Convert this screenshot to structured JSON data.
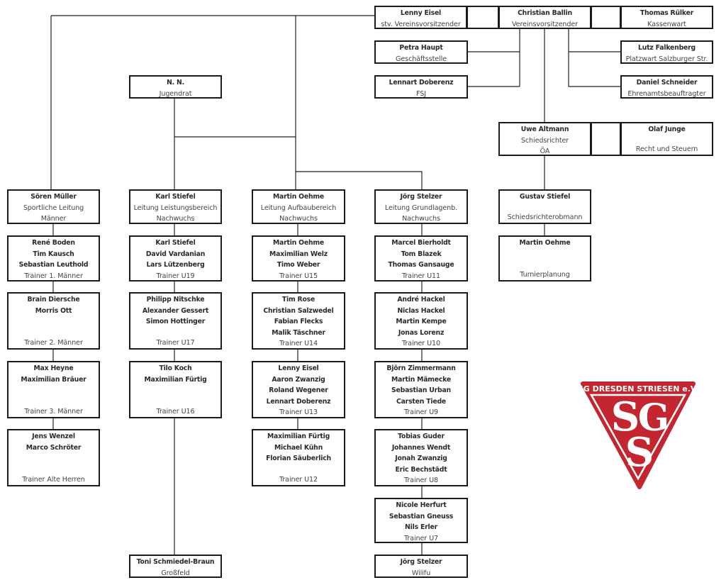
{
  "boxes": {
    "lenny_top": {
      "names": [
        "Lenny Eisel"
      ],
      "roles": [
        "stv. Vereinsvorsitzender"
      ]
    },
    "christian": {
      "names": [
        "Christian Ballin"
      ],
      "roles": [
        "Vereinsvorsitzender"
      ]
    },
    "thomas": {
      "names": [
        "Thomas Rülker"
      ],
      "roles": [
        "Kassenwart"
      ]
    },
    "petra": {
      "names": [
        "Petra Haupt"
      ],
      "roles": [
        "Geschäftsstelle"
      ]
    },
    "lennart_fsj": {
      "names": [
        "Lennart Doberenz"
      ],
      "roles": [
        "FSJ"
      ]
    },
    "lutz": {
      "names": [
        "Lutz Falkenberg"
      ],
      "roles": [
        "Platzwart Salzburger Str."
      ]
    },
    "daniel": {
      "names": [
        "Daniel Schneider"
      ],
      "roles": [
        "Ehrenamtsbeauftragter"
      ]
    },
    "uwe": {
      "names": [
        "Uwe Altmann"
      ],
      "roles": [
        "Schiedsrichter",
        "ÖA"
      ]
    },
    "olaf": {
      "names": [
        "Olaf Junge"
      ],
      "roles": [
        "Recht und Steuern"
      ]
    },
    "nn": {
      "names": [
        "N. N."
      ],
      "roles": [
        "Jugendrat"
      ]
    },
    "soeren": {
      "names": [
        "Sören Müller"
      ],
      "roles": [
        "Sportliche Leitung",
        "Männer"
      ]
    },
    "maenner1": {
      "names": [
        "René Boden",
        "Tim Kausch",
        "Sebastian Leuthold"
      ],
      "roles": [
        "Trainer 1. Männer"
      ]
    },
    "maenner2": {
      "names": [
        "Brain Diersche",
        "Morris Ott"
      ],
      "roles": [
        "Trainer 2. Männer"
      ]
    },
    "maenner3": {
      "names": [
        "Max Heyne",
        "Maximilian Bräuer"
      ],
      "roles": [
        "Trainer 3. Männer"
      ]
    },
    "alteherren": {
      "names": [
        "Jens Wenzel",
        "Marco Schröter"
      ],
      "roles": [
        "Trainer Alte Herren"
      ]
    },
    "karl": {
      "names": [
        "Karl Stiefel"
      ],
      "roles": [
        "Leitung Leistungsbereich",
        "Nachwuchs"
      ]
    },
    "u19": {
      "names": [
        "Karl Stiefel",
        "David Vardanian",
        "Lars Lützenberg"
      ],
      "roles": [
        "Trainer U19"
      ]
    },
    "u17": {
      "names": [
        "Philipp Nitschke",
        "Alexander Gessert",
        "Simon Hottinger"
      ],
      "roles": [
        "Trainer U17"
      ]
    },
    "u16": {
      "names": [
        "Tilo Koch",
        "Maximilian Fürtig"
      ],
      "roles": [
        "Trainer U16"
      ]
    },
    "grossfeld": {
      "names": [
        "Toni Schmiedel-Braun"
      ],
      "roles": [
        "Großfeld"
      ]
    },
    "martin_lead": {
      "names": [
        "Martin Oehme"
      ],
      "roles": [
        "Leitung Aufbaubereich",
        "Nachwuchs"
      ]
    },
    "u15": {
      "names": [
        "Martin Oehme",
        "Maximilian Welz",
        "Timo Weber"
      ],
      "roles": [
        "Trainer U15"
      ]
    },
    "u14": {
      "names": [
        "Tim Rose",
        "Christian Salzwedel",
        "Fabian Flecks",
        "Malik Täschner"
      ],
      "roles": [
        "Trainer U14"
      ]
    },
    "u13": {
      "names": [
        "Lenny Eisel",
        "Aaron Zwanzig",
        "Roland Wegener",
        "Lennart Doberenz"
      ],
      "roles": [
        "Trainer U13"
      ]
    },
    "u12": {
      "names": [
        "Maximilian Fürtig",
        "Michael Kühn",
        "Florian Säuberlich"
      ],
      "roles": [
        "Trainer U12"
      ]
    },
    "joerg_lead": {
      "names": [
        "Jörg Stelzer"
      ],
      "roles": [
        "Leitung Grundlagenb.",
        "Nachwuchs"
      ]
    },
    "u11": {
      "names": [
        "Marcel Bierholdt",
        "Tom Blazek",
        "Thomas Gansauge"
      ],
      "roles": [
        "Trainer U11"
      ]
    },
    "u10": {
      "names": [
        "André Hackel",
        "Niclas Hackel",
        "Martin Kempe",
        "Jonas Lorenz"
      ],
      "roles": [
        "Trainer U10"
      ]
    },
    "u9": {
      "names": [
        "Björn Zimmermann",
        "Martin Mämecke",
        "Sebastian Urban",
        "Carsten Tiede"
      ],
      "roles": [
        "Trainer U9"
      ]
    },
    "u8": {
      "names": [
        "Tobias Guder",
        "Johannes Wendt",
        "Jonah Zwanzig",
        "Eric Bechstädt"
      ],
      "roles": [
        "Trainer U8"
      ]
    },
    "u7": {
      "names": [
        "Nicole Herfurt",
        "Sebastian Gneuss",
        "Nils Erler"
      ],
      "roles": [
        "Trainer U7"
      ]
    },
    "wilifu": {
      "names": [
        "Jörg Stelzer"
      ],
      "roles": [
        "Wilifu"
      ]
    },
    "gustav": {
      "names": [
        "Gustav Stiefel"
      ],
      "roles": [
        "Schiedsrichterobmann"
      ]
    },
    "turnier": {
      "names": [
        "Martin Oehme"
      ],
      "roles": [
        "Turnierplanung"
      ]
    }
  },
  "logo": {
    "text": "SG DRESDEN STRIESEN e.V.",
    "letters": "SGS",
    "color": "#c3262f"
  }
}
